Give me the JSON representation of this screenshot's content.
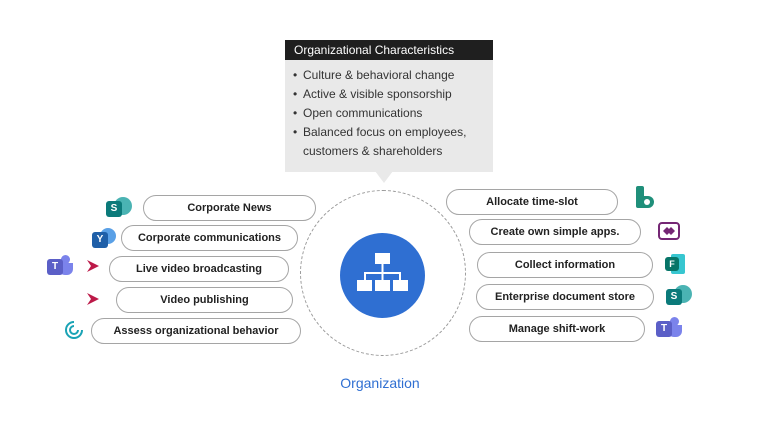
{
  "callout": {
    "title": "Organizational Characteristics",
    "items": [
      "Culture & behavioral change",
      "Active & visible sponsorship",
      "Open communications",
      "Balanced focus on employees,"
    ],
    "item_continuation": "customers & shareholders"
  },
  "center": {
    "label": "Organization"
  },
  "left": [
    {
      "label": "Corporate News",
      "icon": "sharepoint-icon"
    },
    {
      "label": "Corporate communications",
      "icon": "yammer-icon"
    },
    {
      "label": "Live video broadcasting",
      "icon": "teams-stream-icon"
    },
    {
      "label": "Video publishing",
      "icon": "stream-icon"
    },
    {
      "label": "Assess organizational behavior",
      "icon": "workplace-analytics-icon"
    }
  ],
  "right": [
    {
      "label": "Allocate time-slot",
      "icon": "bookings-icon"
    },
    {
      "label": "Create own simple apps.",
      "icon": "powerapps-icon"
    },
    {
      "label": "Collect information",
      "icon": "forms-icon"
    },
    {
      "label": "Enterprise document store",
      "icon": "sharepoint-icon"
    },
    {
      "label": "Manage shift-work",
      "icon": "teams-icon"
    }
  ],
  "colors": {
    "accent": "#2f6fd2",
    "sharepoint": "#0b7a7a",
    "yammer": "#1f5fa8",
    "teams": "#5b5fc7",
    "stream": "#bc1948",
    "bookings": "#1f8f7a",
    "powerapps": "#742774",
    "forms": "#077568"
  }
}
